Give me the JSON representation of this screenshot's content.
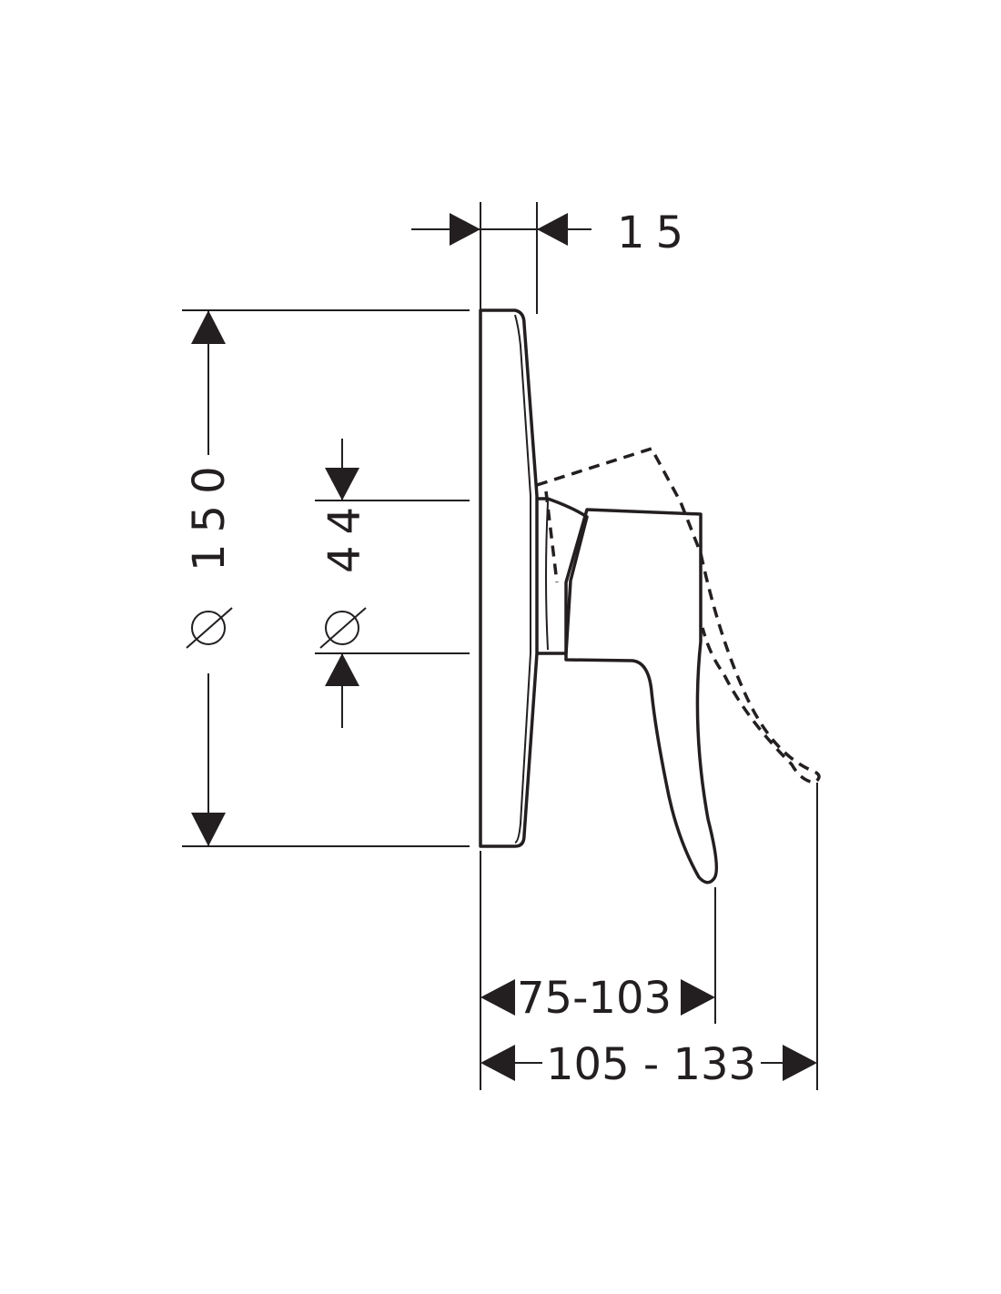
{
  "dimensions": {
    "cover_depth": "15",
    "cover_diameter": "150",
    "hub_diameter": "44",
    "lever_projection": "75-103",
    "total_projection": "105 - 133"
  },
  "symbols": {
    "diameter": "diameter-symbol"
  }
}
